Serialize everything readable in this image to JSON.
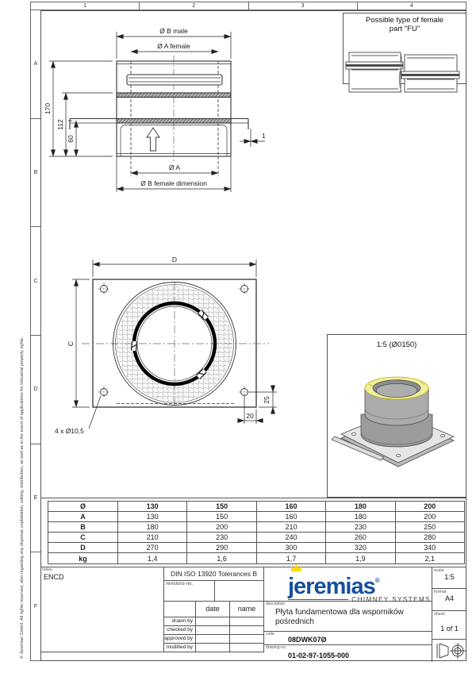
{
  "sheet": {
    "grid_columns": [
      "1",
      "2",
      "3",
      "4"
    ],
    "grid_rows": [
      "A",
      "B",
      "C",
      "D",
      "E",
      "F"
    ],
    "copyright": "© Jeremias GmbH. All rights reserved, also regarding any disposal, exploitation, editing, distribution, as well as in the event of applications for industrial property rights."
  },
  "fu_box": {
    "title_line1": "Possible type of female",
    "title_line2": "part \"FU\""
  },
  "side_view": {
    "dim_b_male": "Ø B male",
    "dim_a_female": "Ø A female",
    "dim_height_total": "170",
    "dim_height_112": "112",
    "dim_height_60": "60",
    "dim_a": "Ø A",
    "dim_b_female": "Ø B female dimension",
    "dim_plate_thickness": "1"
  },
  "plate_view": {
    "dim_d": "D",
    "dim_c": "C",
    "dim_25": "25",
    "dim_20": "20",
    "holes_note": "4 x Ø10,5"
  },
  "detail_view": {
    "scale_note": "1:5 (Ø0150)",
    "insulation_color": "#f1ef9e",
    "metal_color": "#a8a8a8"
  },
  "dims_table": {
    "header": [
      "Ø",
      "130",
      "150",
      "160",
      "180",
      "200"
    ],
    "rows": [
      {
        "label": "A",
        "values": [
          "130",
          "150",
          "160",
          "180",
          "200"
        ]
      },
      {
        "label": "B",
        "values": [
          "180",
          "200",
          "210",
          "230",
          "250"
        ]
      },
      {
        "label": "C",
        "values": [
          "210",
          "230",
          "240",
          "260",
          "280"
        ]
      },
      {
        "label": "D",
        "values": [
          "270",
          "290",
          "300",
          "320",
          "340"
        ]
      },
      {
        "label": "kg",
        "values": [
          "1,4",
          "1,6",
          "1,7",
          "1,9",
          "2,1"
        ]
      }
    ]
  },
  "title_block": {
    "notes_label": "notes",
    "notes_value": "ENCD",
    "tolerances": "DIN ISO 13920 Tolerances B",
    "revisions_label": "revisions-no.",
    "date_header": "date",
    "name_header": "name",
    "sign_rows": [
      "drawn by",
      "checked by",
      "approved by",
      "modified by"
    ],
    "description_label": "description",
    "description_value": "Płyta fundamentowa dla wsporników pośrednich",
    "code_label": "code",
    "code_value": "08DWK07Ø",
    "drawing_no_label": "drawing-no.",
    "drawing_no_value": "01-02-97-1055-000",
    "scale_label": "scale",
    "scale_value": "1:5",
    "format_label": "format",
    "format_value": "A4",
    "sheet_label": "sheet",
    "sheet_value": "1 of 1",
    "logo": {
      "name": "jeremias",
      "registered": "®",
      "tagline": "CHIMNEY SYSTEMS",
      "brand_blue": "#164f9e",
      "crown_yellow": "#ffd900"
    }
  }
}
